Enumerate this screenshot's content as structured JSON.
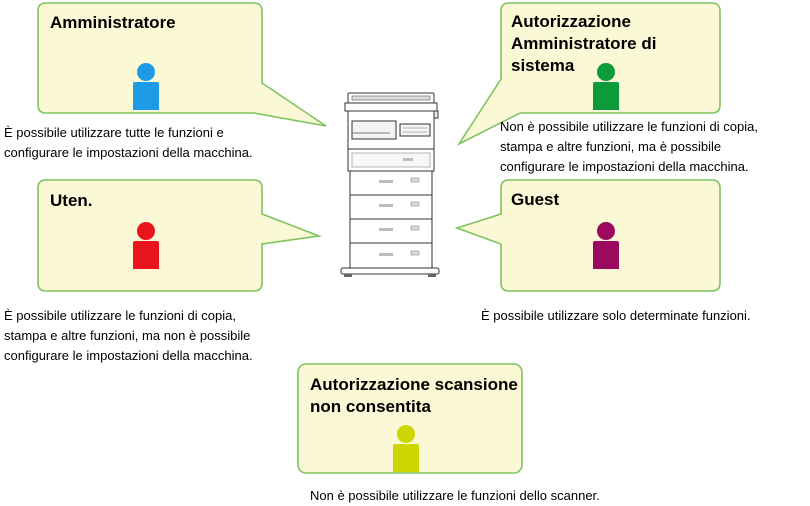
{
  "roles": {
    "admin": {
      "title": [
        "Amministratore"
      ],
      "color": "#1e9be6",
      "desc": [
        "È possibile utilizzare tutte le funzioni e",
        "configurare le impostazioni della macchina."
      ]
    },
    "sysadmin": {
      "title": [
        "Autorizzazione",
        "Amministratore di",
        "sistema"
      ],
      "color": "#0b9b3a",
      "desc": [
        "Non è possibile utilizzare le funzioni di copia,",
        "stampa e altre funzioni, ma è possibile",
        "configurare le impostazioni della macchina."
      ]
    },
    "user": {
      "title": [
        "Uten."
      ],
      "color": "#e8141e",
      "desc": [
        "È possibile utilizzare le funzioni di copia,",
        "stampa e altre funzioni, ma non è possibile",
        "configurare le impostazioni della macchina."
      ]
    },
    "guest": {
      "title": [
        "Guest"
      ],
      "color": "#9b0a5e",
      "desc": [
        "È possibile utilizzare solo determinate funzioni."
      ]
    },
    "noscan": {
      "title": [
        "Autorizzazione scansione",
        "non consentita"
      ],
      "color": "#cdd600",
      "desc": [
        "Non è possibile utilizzare le funzioni dello scanner."
      ]
    }
  },
  "bubble_fill": "#fbf8d5",
  "bubble_stroke": "#7fc35f",
  "device_icon": "multifunction-printer-icon"
}
